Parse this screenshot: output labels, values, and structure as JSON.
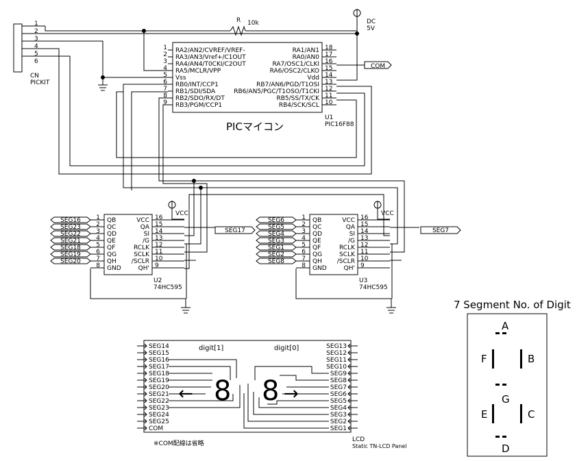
{
  "connector": {
    "pins": [
      "1",
      "2",
      "3",
      "4",
      "5",
      "6"
    ],
    "ref": "CN",
    "name": "PICKIT"
  },
  "resistor": {
    "ref": "R",
    "value": "10k"
  },
  "power": {
    "label": "DC",
    "value": "5V"
  },
  "mcu": {
    "left_nums": [
      "1",
      "2",
      "3",
      "4",
      "5",
      "6",
      "7",
      "8",
      "9"
    ],
    "left": [
      "RA2/AN2/CVREF/VREF-",
      "RA3/AN3/Vref+/C1OUT",
      "RA4/AN4/T0CKI/C2OUT",
      "RA5/MCLR/VPP",
      "Vss",
      "RB0/INT/CCP1",
      "RB1/SDI/SDA",
      "RB2/SDO/RX/DT",
      "RB3/PGM/CCP1"
    ],
    "right_nums": [
      "18",
      "17",
      "16",
      "15",
      "14",
      "13",
      "12",
      "11",
      "10"
    ],
    "right": [
      "RA1/AN1",
      "RA0/AN0",
      "RA7/OSC1/CLKI",
      "RA6/OSC2/CLKO",
      "Vdd",
      "RB7/AN6/PGD/T1OSI",
      "RB6/AN5/PGC/T1OSO/T1CKI",
      "RB5/SS/TX/CK",
      "RB4/SCK/SCL"
    ],
    "center_label": "PICマイコン",
    "ref": "U1",
    "part": "PIC16F88"
  },
  "com_flag": "COM",
  "sr1": {
    "segs": [
      "SEG16",
      "SEG23",
      "SEG22",
      "SEG21",
      "SEG18",
      "SEG19",
      "SEG20"
    ],
    "out_flag": "SEG17",
    "ref": "U2"
  },
  "sr2": {
    "segs": [
      "SEG6",
      "SEG5",
      "SEG4",
      "SEG3",
      "SEG1",
      "SEG2",
      "SEG8"
    ],
    "out_flag": "SEG7",
    "ref": "U3"
  },
  "sr_common": {
    "left_nums": [
      "1",
      "2",
      "3",
      "4",
      "5",
      "6",
      "7",
      "8"
    ],
    "left": [
      "QB",
      "QC",
      "QD",
      "QE",
      "QF",
      "QG",
      "QH",
      "GND"
    ],
    "right_nums": [
      "16",
      "15",
      "14",
      "13",
      "12",
      "11",
      "10",
      "9"
    ],
    "right": [
      "VCC",
      "QA",
      "SI",
      "/G",
      "RCLK",
      "SCLK",
      "/SCLR",
      "QH'"
    ],
    "part": "74HC595",
    "vcc": "VCC"
  },
  "lcd": {
    "left": [
      "SEG14",
      "SEG15",
      "SEG16",
      "SEG17",
      "SEG18",
      "SEG19",
      "SEG20",
      "SEG21",
      "SEG22",
      "SEG23",
      "SEG24",
      "SEG25",
      "COM"
    ],
    "right": [
      "SEG13",
      "SEG12",
      "SEG11",
      "SEG10",
      "SEG9",
      "SEG8",
      "SEG7",
      "SEG6",
      "SEG5",
      "SEG4",
      "SEG3",
      "SEG2",
      "SEG1"
    ],
    "digit1": "digit[1]",
    "digit0": "digit[0]",
    "digit_char": "8",
    "arrow_left": "←",
    "arrow_right": "→",
    "note": "※COM配線は省略",
    "ref": "LCD",
    "part": "Static TN-LCD Panel"
  },
  "legend": {
    "title": "7 Segment No. of Digit",
    "a": "A",
    "b": "B",
    "c": "C",
    "d": "D",
    "e": "E",
    "f": "F",
    "g": "G"
  }
}
